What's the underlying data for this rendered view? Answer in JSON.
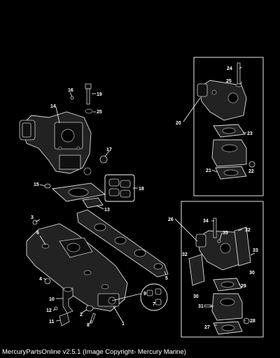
{
  "diagram": {
    "callouts": [
      "1",
      "2",
      "3",
      "4",
      "5",
      "6",
      "7",
      "8",
      "9",
      "10",
      "11",
      "12",
      "13",
      "14",
      "15",
      "16",
      "17",
      "18",
      "19",
      "20",
      "21",
      "22",
      "23",
      "24",
      "25",
      "26",
      "27",
      "28",
      "29",
      "30",
      "31",
      "32",
      "33",
      "34",
      "35"
    ]
  },
  "footer": {
    "text": "MercuryPartsOnline v2.5.1 (Image Copyright- Mercury Marine)"
  }
}
